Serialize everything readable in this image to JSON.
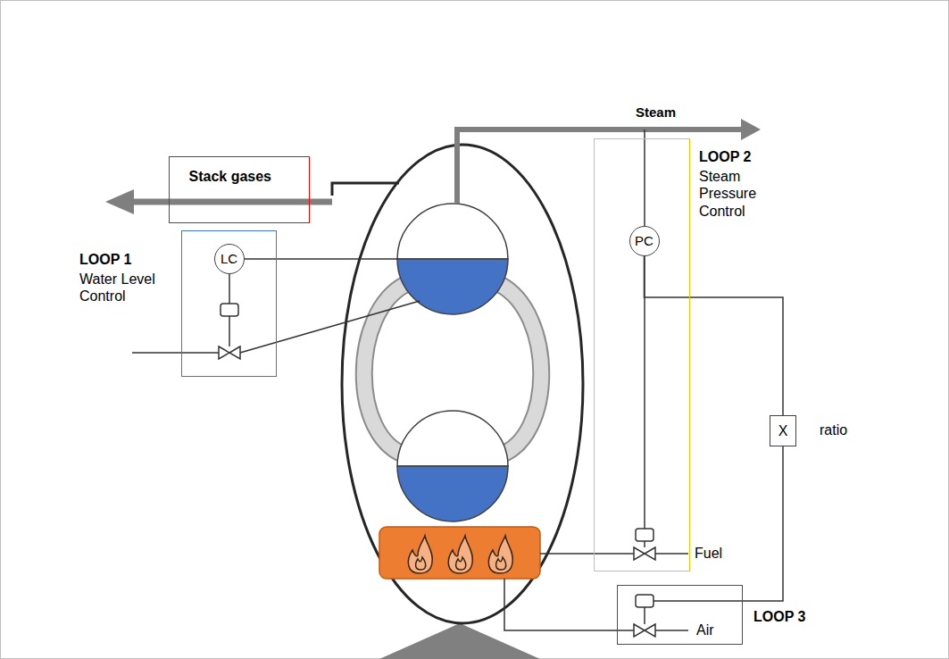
{
  "diagram": {
    "nodes": [
      {
        "text": [
          "Stack gases"
        ]
      },
      {
        "text": [
          "LOOP 1",
          "Water Level Control"
        ]
      },
      {
        "text": [
          "LC"
        ],
        "in": 1
      },
      {
        "text": [
          "LOOP 2",
          "Steam Pressure Control"
        ]
      },
      {
        "text": [
          "PC"
        ],
        "in": 3
      },
      {
        "text": [
          "X"
        ]
      },
      {
        "text": [
          "LOOP 3"
        ]
      }
    ],
    "edges": [
      {
        "from": 4,
        "to": 5,
        "arrow": "none"
      },
      {
        "from": 5,
        "to": 6,
        "arrow": "none"
      }
    ],
    "labels": [
      "Steam",
      "ratio",
      "Fuel",
      "Air"
    ]
  }
}
